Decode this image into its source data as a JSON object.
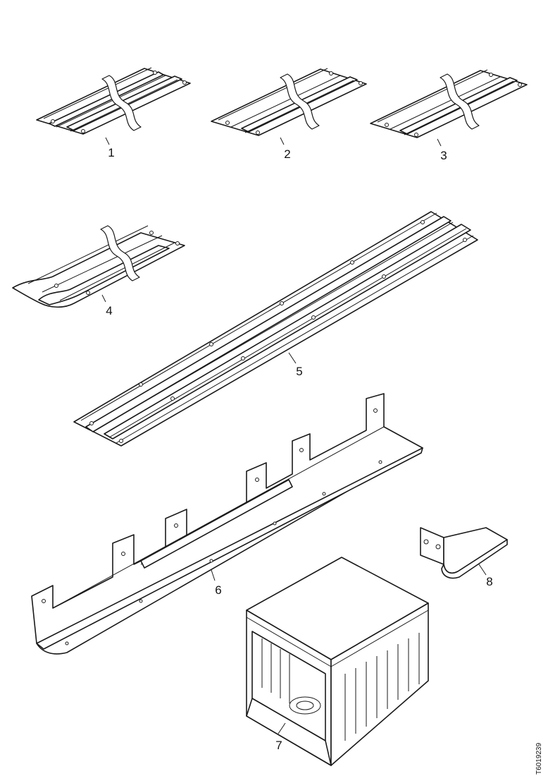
{
  "callouts": [
    "1",
    "2",
    "3",
    "4",
    "5",
    "6",
    "7",
    "8"
  ],
  "document_id": "T6019239"
}
